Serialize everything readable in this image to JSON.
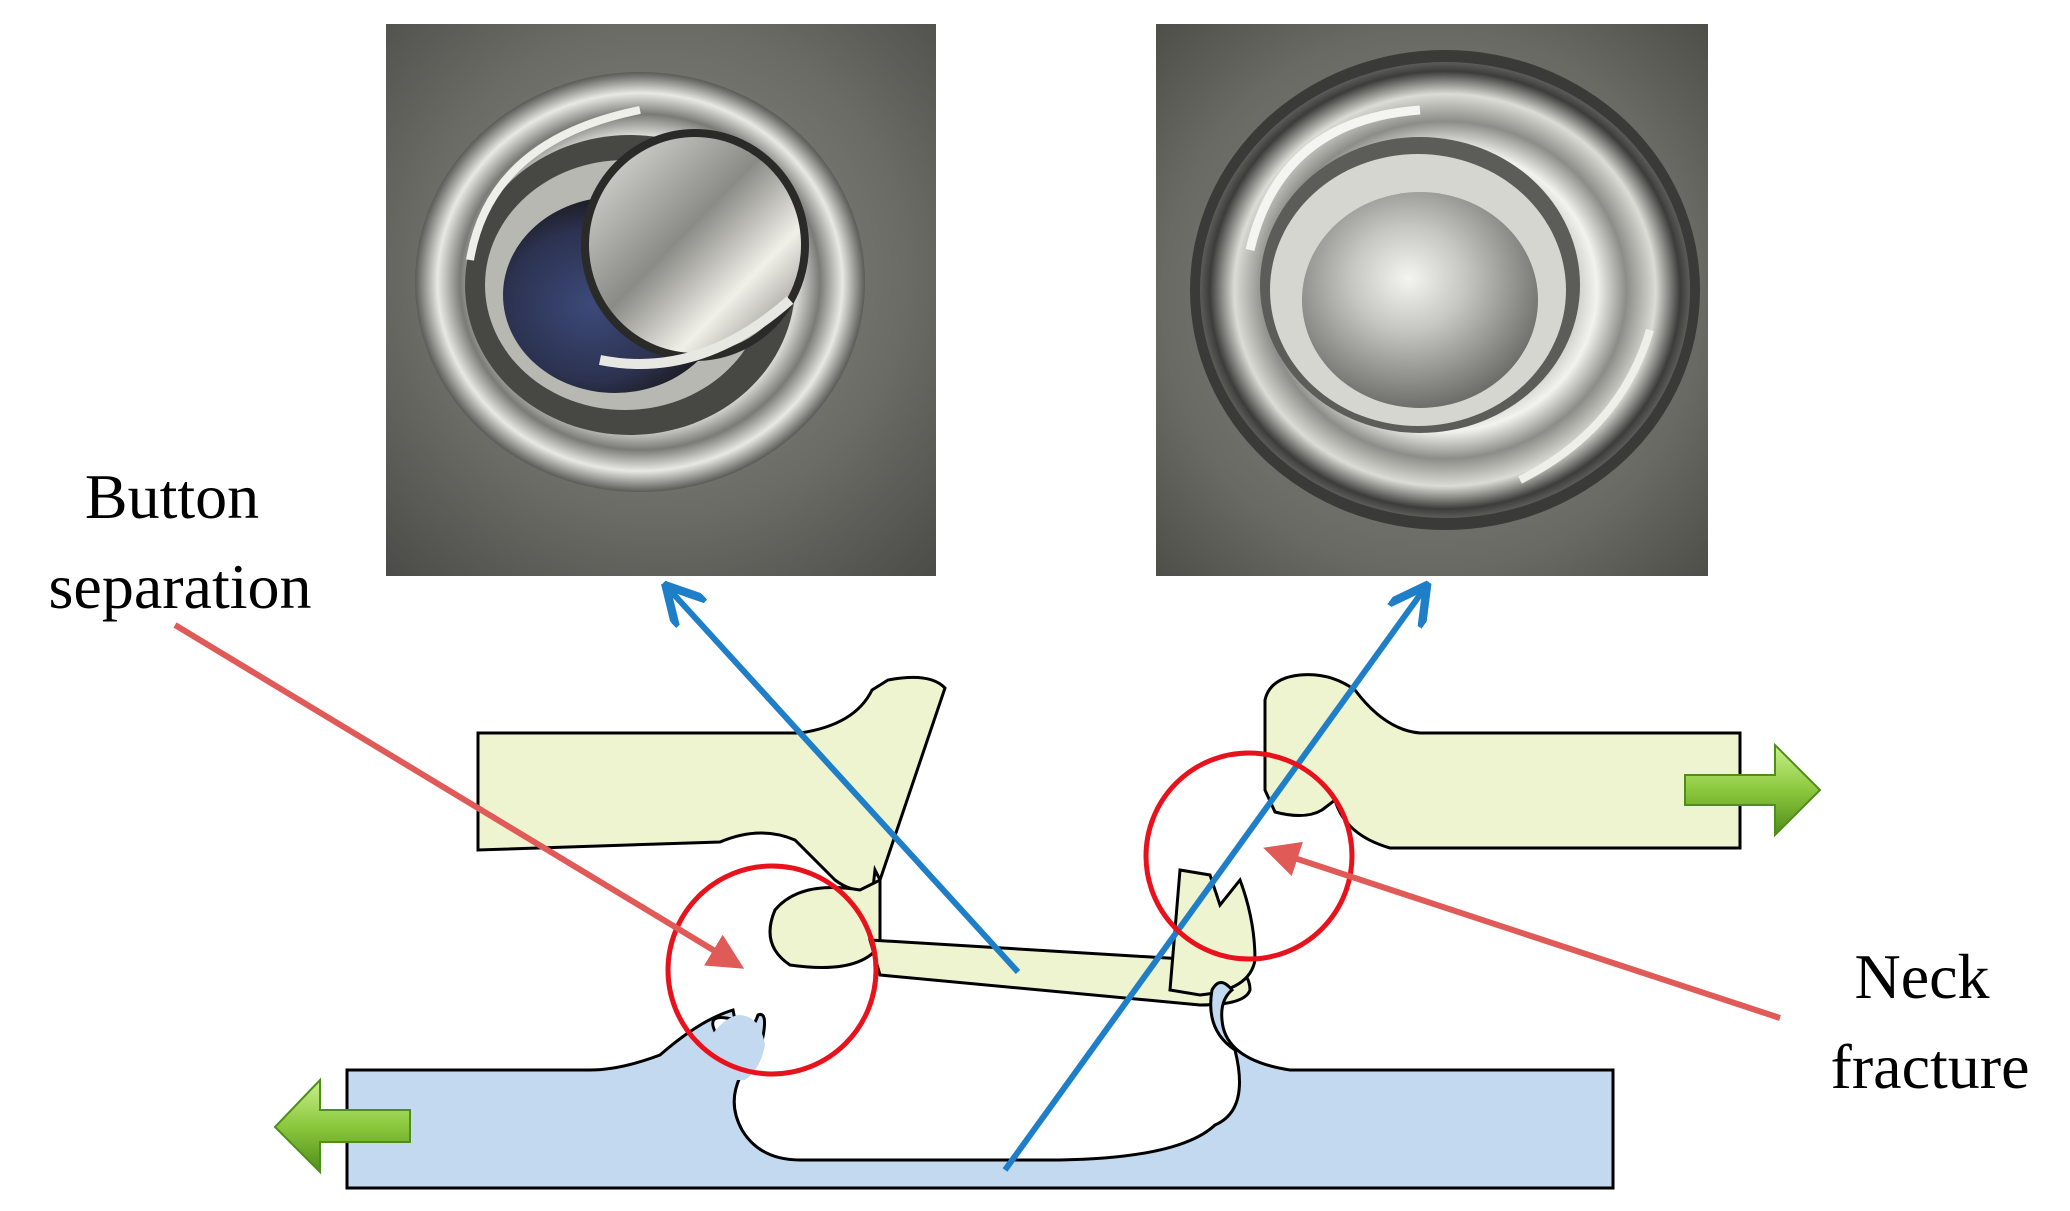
{
  "labels": {
    "button_separation": [
      "Button",
      "separation"
    ],
    "neck_fracture": [
      "Neck",
      "fracture"
    ]
  },
  "colors": {
    "upper_sheet_fill": "#eef3d0",
    "lower_sheet_fill": "#c3d9f0",
    "outline": "#000000",
    "red_arrow": "#e05a58",
    "blue_line": "#1e7fc8",
    "circle": "#e8121c",
    "green_arrow_light": "#9fd65a",
    "green_arrow_dark": "#4f8e1a",
    "photo_background": "#6a6a66"
  },
  "photos": [
    {
      "name": "button-separation-photo",
      "shape": "ring-with-offset-button"
    },
    {
      "name": "neck-fracture-photo",
      "shape": "ring-with-centered-dome"
    }
  ],
  "arrows": {
    "upper_sheet_direction": "right",
    "lower_sheet_direction": "left"
  }
}
